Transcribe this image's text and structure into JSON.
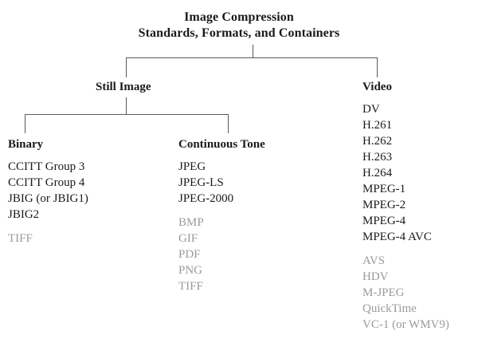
{
  "title": {
    "line1": "Image Compression",
    "line2": "Standards, Formats, and Containers"
  },
  "nodes": {
    "still_image": "Still Image",
    "video": "Video",
    "binary": "Binary",
    "continuous_tone": "Continuous Tone"
  },
  "colors": {
    "text": "#1a1a1a",
    "muted": "#9a9a9a",
    "line": "#5a5a5a",
    "background": "#ffffff"
  },
  "chart_data": {
    "type": "tree",
    "title": "Image Compression Standards, Formats, and Containers",
    "root": "Image Compression Standards, Formats, and Containers",
    "children": [
      {
        "name": "Still Image",
        "children": [
          {
            "name": "Binary",
            "items_primary": [
              "CCITT Group 3",
              "CCITT Group 4",
              "JBIG (or JBIG1)",
              "JBIG2"
            ],
            "items_muted": [
              "TIFF"
            ]
          },
          {
            "name": "Continuous Tone",
            "items_primary": [
              "JPEG",
              "JPEG-LS",
              "JPEG-2000"
            ],
            "items_muted": [
              "BMP",
              "GIF",
              "PDF",
              "PNG",
              "TIFF"
            ]
          }
        ]
      },
      {
        "name": "Video",
        "items_primary": [
          "DV",
          "H.261",
          "H.262",
          "H.263",
          "H.264",
          "MPEG-1",
          "MPEG-2",
          "MPEG-4",
          "MPEG-4 AVC"
        ],
        "items_muted": [
          "AVS",
          "HDV",
          "M-JPEG",
          "QuickTime",
          "VC-1 (or WMV9)"
        ]
      }
    ]
  },
  "binary": {
    "primary": [
      "CCITT Group 3",
      "CCITT Group 4",
      "JBIG (or JBIG1)",
      "JBIG2"
    ],
    "muted": [
      "TIFF"
    ]
  },
  "continuous_tone": {
    "primary": [
      "JPEG",
      "JPEG-LS",
      "JPEG-2000"
    ],
    "muted": [
      "BMP",
      "GIF",
      "PDF",
      "PNG",
      "TIFF"
    ]
  },
  "video": {
    "primary": [
      "DV",
      "H.261",
      "H.262",
      "H.263",
      "H.264",
      "MPEG-1",
      "MPEG-2",
      "MPEG-4",
      "MPEG-4 AVC"
    ],
    "muted": [
      "AVS",
      "HDV",
      "M-JPEG",
      "QuickTime",
      "VC-1 (or WMV9)"
    ]
  }
}
